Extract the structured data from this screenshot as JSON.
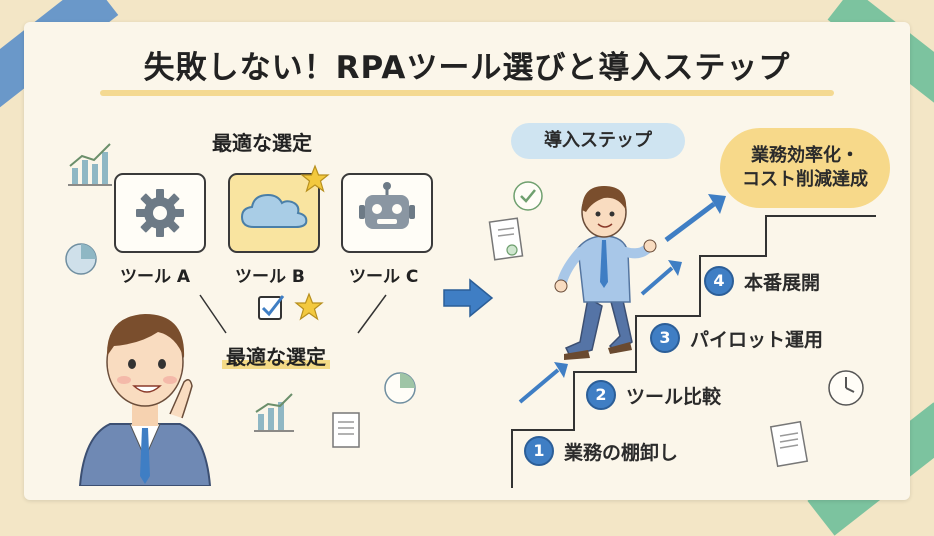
{
  "title": "失敗しない！RPAツール選びと導入ステップ",
  "left": {
    "heading": "最適な選定",
    "tools": [
      {
        "label": "ツール A",
        "icon": "gear-icon"
      },
      {
        "label": "ツール B",
        "icon": "cloud-icon"
      },
      {
        "label": "ツール C",
        "icon": "robot-icon"
      }
    ],
    "bottom_label": "最適な選定"
  },
  "right": {
    "steps_heading": "導入ステップ",
    "goal_line1": "業務効率化・",
    "goal_line2": "コスト削減達成",
    "steps": [
      {
        "num": "1",
        "label": "業務の棚卸し"
      },
      {
        "num": "2",
        "label": "ツール比較"
      },
      {
        "num": "3",
        "label": "パイロット運用"
      },
      {
        "num": "4",
        "label": "本番展開"
      }
    ]
  },
  "colors": {
    "accent_blue": "#3f7ec4",
    "highlight_yellow": "#f4da86",
    "bubble_blue": "#cfe4f1"
  }
}
